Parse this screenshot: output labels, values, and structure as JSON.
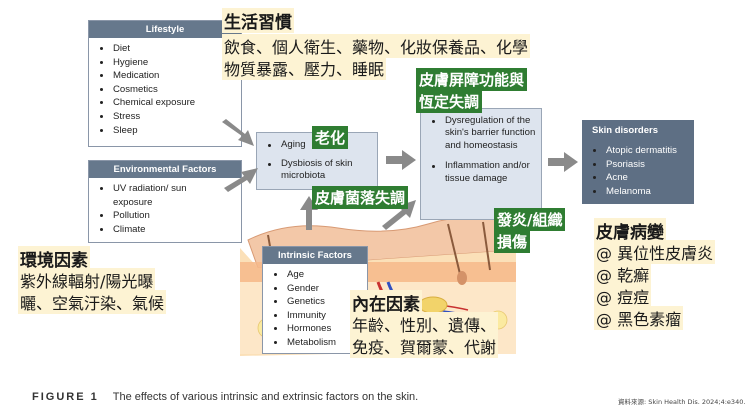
{
  "lifestyle": {
    "header": "Lifestyle",
    "items": [
      "Diet",
      "Hygiene",
      "Medication",
      "Cosmetics",
      "Chemical exposure",
      "Stress",
      "Sleep"
    ]
  },
  "environmental": {
    "header": "Environmental Factors",
    "items": [
      "UV radiation/ sun exposure",
      "Pollution",
      "Climate"
    ]
  },
  "aging_box": {
    "items": [
      "Aging",
      "Dysbiosis of skin microbiota"
    ]
  },
  "barrier_box": {
    "items": [
      "Dysregulation of the skin's barrier function and homeostasis",
      "Inflammation and/or tissue damage"
    ]
  },
  "disorders": {
    "header": "Skin disorders",
    "items": [
      "Atopic dermatitis",
      "Psoriasis",
      "Acne",
      "Melanoma"
    ]
  },
  "intrinsic": {
    "header": "Intrinsic Factors",
    "items": [
      "Age",
      "Gender",
      "Genetics",
      "Immunity",
      "Hormones",
      "Metabolism"
    ]
  },
  "zh": {
    "lifestyle_title": "生活習慣",
    "lifestyle_line1": "飲食、個人衛生、藥物、化妝保養品、化學",
    "lifestyle_line2": "物質暴露、壓力、睡眠",
    "env_title": "環境因素",
    "env_line1": "紫外線輻射/陽光曝",
    "env_line2": "曬、空氣汙染、氣候",
    "aging_label": "老化",
    "microbiota_label": "皮膚菌落失調",
    "barrier_label_1": "皮膚屏障功能與",
    "barrier_label_2": "恆定失調",
    "inflammation_label_1": "發炎/組織",
    "inflammation_label_2": "損傷",
    "disorder_title": "皮膚病變",
    "disorder_items": [
      "@ 異位性皮膚炎",
      "@ 乾癬",
      "@ 痘痘",
      "@ 黑色素瘤"
    ],
    "intrinsic_title": "內在因素",
    "intrinsic_line1": "年齡、性別、遺傳、",
    "intrinsic_line2": "免疫、賀爾蒙、代謝"
  },
  "caption": {
    "label": "FIGURE 1",
    "text": "The effects of various intrinsic and extrinsic factors on the skin.",
    "source": "資料來源: Skin Health Dis. 2024;4:e340."
  },
  "colors": {
    "header_bg": "#66788c",
    "green_label": "#2f7d32",
    "highlight": "#fdf3d3",
    "skin_art": "#f5c99a"
  }
}
